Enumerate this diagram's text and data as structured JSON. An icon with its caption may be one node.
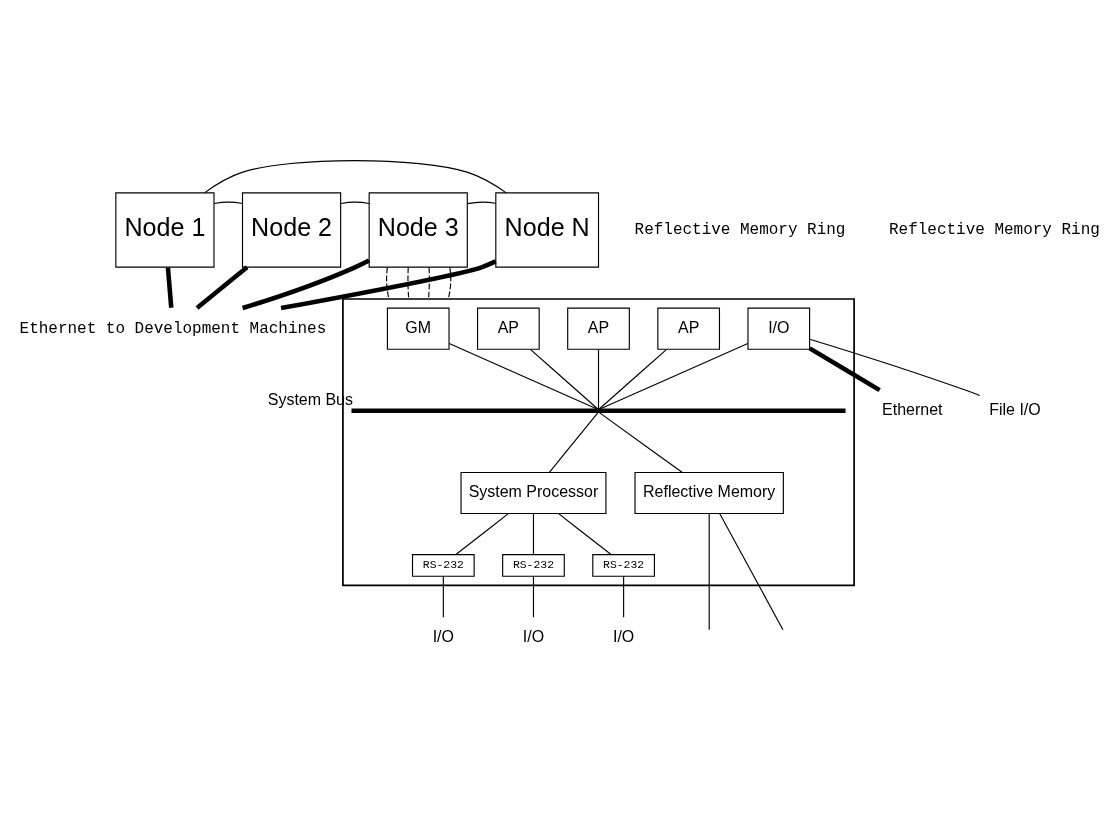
{
  "diagram": {
    "nodes": [
      {
        "text": [
          "Node 1"
        ]
      },
      {
        "text": [
          "Node 2"
        ]
      },
      {
        "text": [
          "Node 3"
        ]
      },
      {
        "text": [
          "Node N"
        ]
      },
      {
        "text": [
          "Ethernet to Development Machines"
        ]
      },
      {
        "text": [],
        "shape": "box"
      },
      {
        "text": [
          "GM"
        ],
        "in": 5
      },
      {
        "text": [
          "AP"
        ],
        "in": 5
      },
      {
        "text": [
          "AP"
        ],
        "in": 5
      },
      {
        "text": [
          "AP"
        ],
        "in": 5
      },
      {
        "text": [
          "I/O"
        ],
        "in": 5
      },
      {
        "text": [],
        "shape": "bar",
        "beside": [
          "System Bus"
        ],
        "in": 5
      },
      {
        "text": [
          "Reflective Memory"
        ],
        "in": 5
      },
      {
        "text": [
          "System Processor"
        ],
        "in": 5
      },
      {
        "text": [
          "RS-232"
        ],
        "in": 5
      },
      {
        "text": [
          "RS-232"
        ],
        "in": 5
      },
      {
        "text": [
          "RS-232"
        ],
        "in": 5
      },
      {
        "text": [
          "Ethernet"
        ]
      },
      {
        "text": [
          "File I/O"
        ]
      },
      {
        "text": [
          "I/O"
        ]
      },
      {
        "text": [
          "I/O"
        ]
      },
      {
        "text": [
          "I/O"
        ]
      }
    ],
    "edges": [
      {
        "from": 0,
        "to": 1,
        "arrow": "none"
      },
      {
        "from": 1,
        "to": 2,
        "arrow": "none"
      },
      {
        "from": 2,
        "to": 3,
        "arrow": "none"
      },
      {
        "from": 3,
        "to": 0,
        "arrow": "none"
      },
      {
        "from": 0,
        "to": 4,
        "arrow": "none",
        "style": "thick"
      },
      {
        "from": 1,
        "to": 4,
        "arrow": "none",
        "style": "thick"
      },
      {
        "from": 2,
        "to": 4,
        "arrow": "none",
        "style": "thick"
      },
      {
        "from": 3,
        "to": 4,
        "arrow": "none",
        "style": "thick"
      },
      {
        "from": 2,
        "to": 5,
        "arrow": "none",
        "style": "dashed"
      },
      {
        "from": 2,
        "to": 5,
        "arrow": "none",
        "style": "dashed"
      },
      {
        "from": 2,
        "to": 5,
        "arrow": "none",
        "style": "dashed"
      },
      {
        "from": 2,
        "to": 5,
        "arrow": "none",
        "style": "dashed"
      },
      {
        "from": 6,
        "to": 11,
        "arrow": "none"
      },
      {
        "from": 7,
        "to": 11,
        "arrow": "none"
      },
      {
        "from": 8,
        "to": 11,
        "arrow": "none"
      },
      {
        "from": 9,
        "to": 11,
        "arrow": "none"
      },
      {
        "from": 10,
        "to": 11,
        "arrow": "none"
      },
      {
        "from": 11,
        "to": 12,
        "arrow": "none"
      },
      {
        "from": 11,
        "to": 13,
        "arrow": "none"
      },
      {
        "from": 13,
        "to": 14,
        "arrow": "none"
      },
      {
        "from": 13,
        "to": 15,
        "arrow": "none"
      },
      {
        "from": 13,
        "to": 16,
        "arrow": "none"
      },
      {
        "from": 14,
        "to": 19,
        "arrow": "none"
      },
      {
        "from": 15,
        "to": 20,
        "arrow": "none"
      },
      {
        "from": 16,
        "to": 21,
        "arrow": "none"
      },
      {
        "from": 10,
        "to": 17,
        "arrow": "none",
        "style": "thick"
      },
      {
        "from": 10,
        "to": 18,
        "arrow": "none"
      },
      {
        "from": 12,
        "to": null,
        "arrow": "none"
      },
      {
        "from": 12,
        "to": null,
        "arrow": "none"
      }
    ],
    "labels": [
      "Reflective Memory Ring",
      "Reflective Memory Ring"
    ]
  }
}
